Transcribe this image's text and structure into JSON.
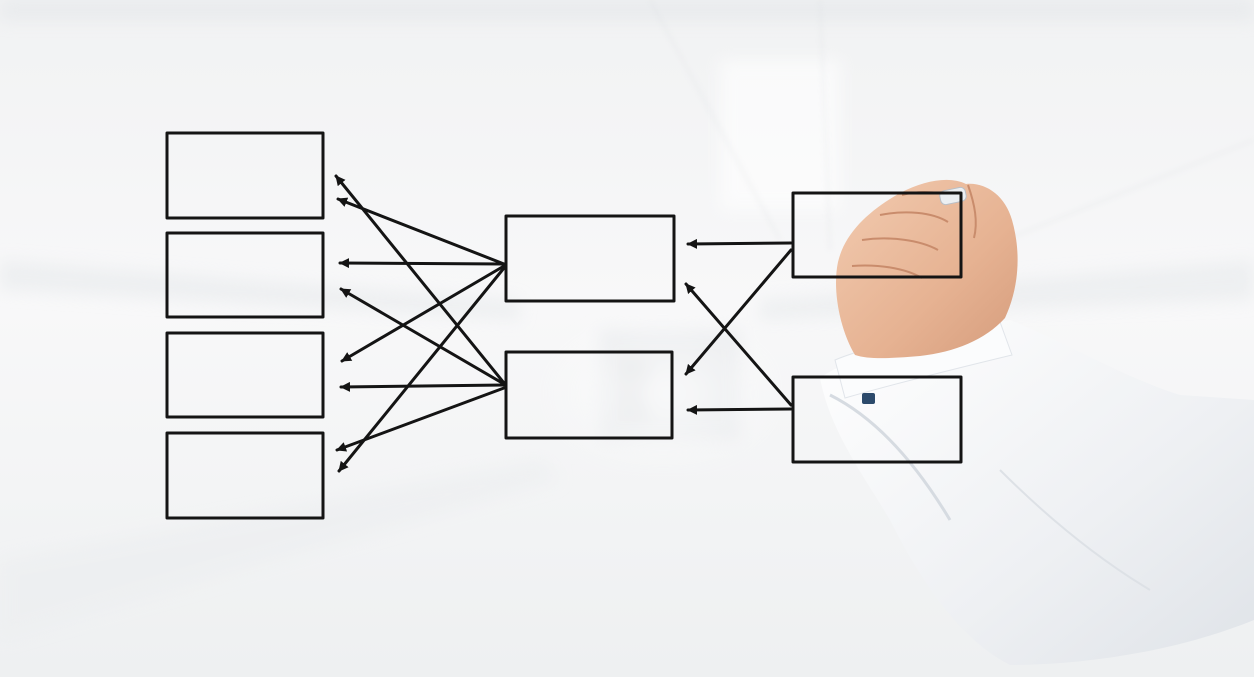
{
  "scene": {
    "subject": "hand-drawing-flowchart",
    "palette": {
      "background": "#f4f5f6",
      "ink": "#141414",
      "shirt": "#f7f8fa",
      "skin": "#e9b99a",
      "cufflink": "#2c4a6b"
    },
    "diagram": {
      "boxes": [
        {
          "id": "left-1"
        },
        {
          "id": "left-2"
        },
        {
          "id": "left-3"
        },
        {
          "id": "left-4"
        },
        {
          "id": "middle-top"
        },
        {
          "id": "middle-bottom"
        },
        {
          "id": "right-top"
        },
        {
          "id": "right-bottom"
        }
      ],
      "arrows": [
        {
          "from": "middle-top",
          "to": "left-1"
        },
        {
          "from": "middle-top",
          "to": "left-2"
        },
        {
          "from": "middle-top",
          "to": "left-3"
        },
        {
          "from": "middle-top",
          "to": "left-4"
        },
        {
          "from": "middle-bottom",
          "to": "left-1"
        },
        {
          "from": "middle-bottom",
          "to": "left-2"
        },
        {
          "from": "middle-bottom",
          "to": "left-3"
        },
        {
          "from": "middle-bottom",
          "to": "left-4"
        },
        {
          "from": "right-top",
          "to": "middle-top"
        },
        {
          "from": "right-top",
          "to": "middle-bottom"
        },
        {
          "from": "right-bottom",
          "to": "middle-top"
        },
        {
          "from": "right-bottom",
          "to": "middle-bottom"
        }
      ]
    }
  }
}
